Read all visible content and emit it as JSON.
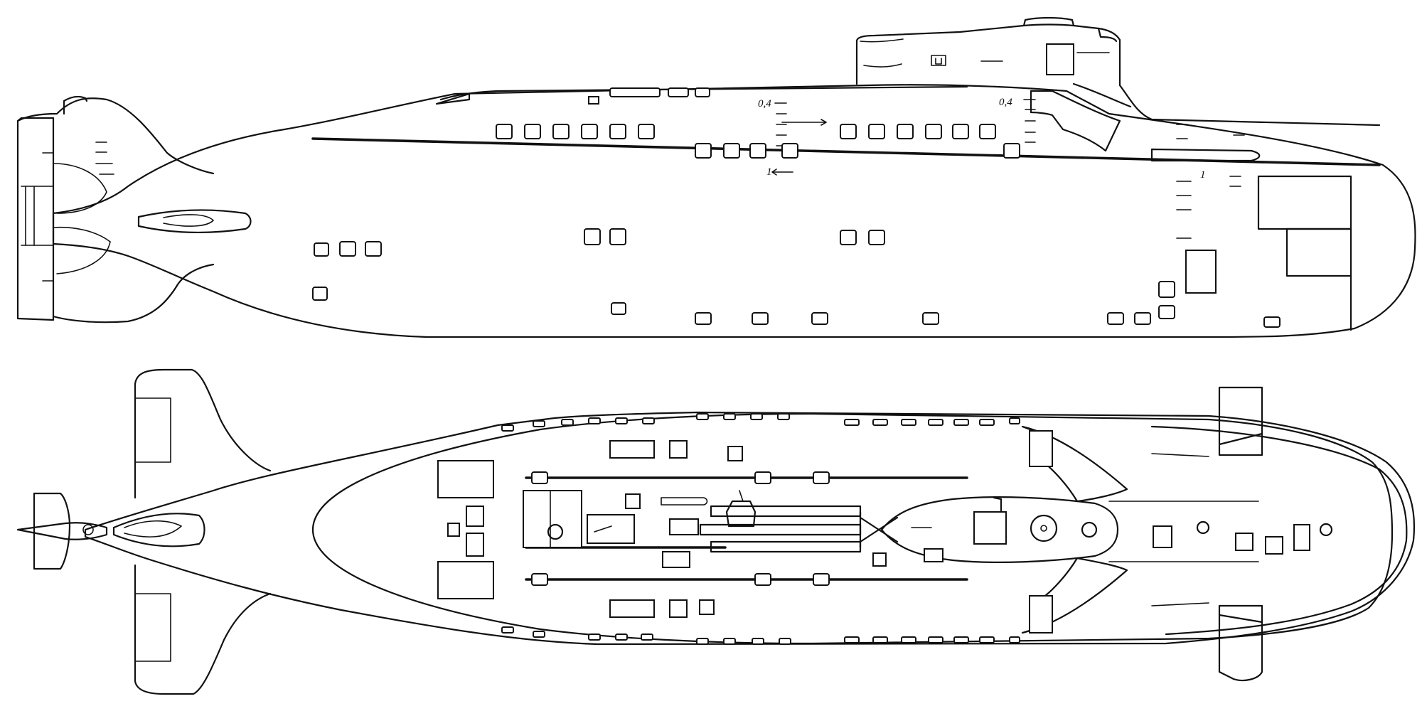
{
  "labels": {
    "draft_mark_fwd": "0,4",
    "draft_mark_sail": "0,4",
    "marker_one_mid": "1",
    "marker_one_bow": "1"
  }
}
